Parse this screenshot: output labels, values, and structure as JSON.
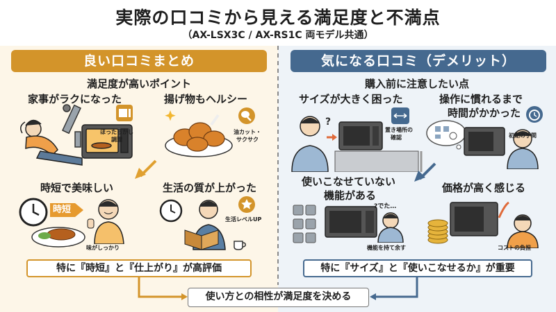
{
  "header": {
    "title": "実際の口コミから見える満足度と不満点",
    "subtitle": "（AX-LSX3C / AX-RS1C 両モデル共通）"
  },
  "left": {
    "banner": "良い口コミまとめ",
    "heading": "満足度が高いポイント",
    "items": [
      {
        "label": "家事がラクになった",
        "caption_lines": [
          "ほったらかし",
          "調理"
        ]
      },
      {
        "label": "揚げ物もヘルシー",
        "caption_lines": [
          "油カット・",
          "サクサク"
        ]
      },
      {
        "label": "時短で美味しい",
        "badge": "時短",
        "caption": "味がしっかり"
      },
      {
        "label": "生活の質が上がった",
        "caption": "生活レベルUP"
      }
    ],
    "summary": "特に『時短』と『仕上がり』が高評価"
  },
  "right": {
    "banner": "気になる口コミ（デメリット）",
    "heading": "購入前に注意したい点",
    "items": [
      {
        "label": "サイズが大きく困った",
        "caption_lines": [
          "置き場所の",
          "確認"
        ]
      },
      {
        "label_lines": [
          "操作に慣れるまで",
          "時間がかかった"
        ],
        "caption": "初期の手間"
      },
      {
        "label_lines": [
          "使いこなせていない",
          "機能がある"
        ],
        "thought": "?でた…",
        "caption": "機能を持て余す"
      },
      {
        "label": "価格が高く感じる",
        "caption": "コストの負担"
      }
    ],
    "summary": "特に『サイズ』と『使いこなせるか』が重要"
  },
  "conclusion": "使い方との相性が満足度を決める",
  "colors": {
    "accent_orange": "#d3942a",
    "accent_blue": "#45698f",
    "bg_left": "#fdf6e8",
    "bg_right": "#eef3f8"
  }
}
